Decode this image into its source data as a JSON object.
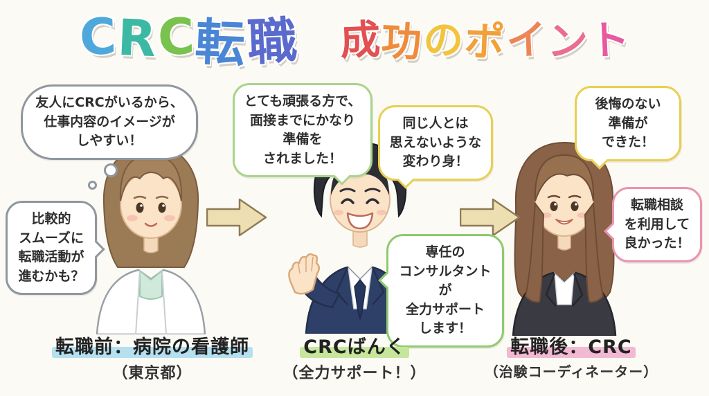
{
  "title": {
    "chars": [
      {
        "text": "C",
        "color": "#4fa8dc",
        "group": "crc"
      },
      {
        "text": "R",
        "color": "#3cb9a3",
        "group": "crc"
      },
      {
        "text": "C",
        "color": "#79c24d",
        "group": "crc"
      },
      {
        "text": "転",
        "color": "#4b86d6",
        "group": "crc"
      },
      {
        "text": "職",
        "color": "#5a6bcd",
        "group": "crc"
      },
      {
        "text": "　",
        "color": "#333333",
        "group": "space"
      },
      {
        "text": "成",
        "color": "#e25052",
        "group": "seikou"
      },
      {
        "text": "功",
        "color": "#ee8c3c",
        "group": "seikou"
      },
      {
        "text": "の",
        "color": "#f2c43e",
        "group": "seikou"
      },
      {
        "text": "ポ",
        "color": "#f2a03a",
        "group": "seikou"
      },
      {
        "text": "イ",
        "color": "#ee8556",
        "group": "seikou"
      },
      {
        "text": "ン",
        "color": "#ea6f8e",
        "group": "seikou"
      },
      {
        "text": "ト",
        "color": "#e75b9e",
        "group": "seikou"
      }
    ]
  },
  "bubbles": {
    "friend": {
      "text": "友人にCRCがいるから、\n仕事内容のイメージが\nしやすい！",
      "border": "#8f979e"
    },
    "smooth": {
      "text": "比較的\nスムーズに\n転職活動が\n進むかも？",
      "border": "#8f979e"
    },
    "prepared": {
      "text": "とても頑張る方で、\n面接までにかなり\n準備を\nされました！",
      "border": "#a9d48b"
    },
    "transform": {
      "text": "同じ人とは\n思えないような\n変わり身！",
      "border": "#e7d052"
    },
    "consultant": {
      "text": "専任の\nコンサルタントが\n全力サポート\nします！",
      "border": "#8fca6f"
    },
    "noregret": {
      "text": "後悔のない\n準備が\nできた！",
      "border": "#e7d052"
    },
    "glad": {
      "text": "転職相談\nを利用して\n良かった！",
      "border": "#ea93b1"
    }
  },
  "figures": {
    "before": {
      "label": "転職前：病院の看護師",
      "sub": "（東京都）",
      "highlight": "#b5e0f0"
    },
    "support": {
      "label": "CRCばんく",
      "sub": "（全力サポート！）",
      "highlight": "#c6e79b"
    },
    "after": {
      "label": "転職後：CRC",
      "sub": "（治験コーディネーター）",
      "highlight": "#f2b9d3"
    }
  },
  "arrow": {
    "color": "#eedfb2"
  }
}
